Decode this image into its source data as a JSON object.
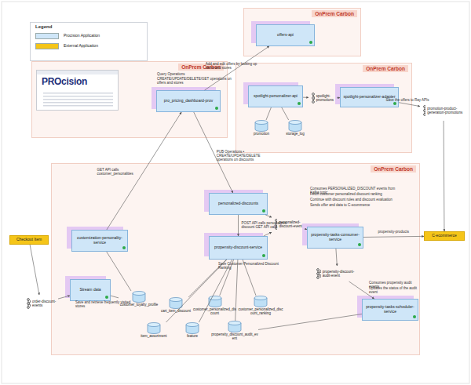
{
  "diagram": {
    "nodes": [
      {
        "text": [
          "OnPrem Carbon"
        ]
      },
      {
        "text": [
          "offers-api"
        ],
        "in": 0
      },
      {
        "text": [
          "OnPrem Carbon"
        ]
      },
      {
        "text": [
          "PROcision"
        ],
        "in": 2
      },
      {
        "text": [
          "pro_pricing_dashboard-prov"
        ],
        "in": 2
      },
      {
        "text": [
          "OnPrem Carbon"
        ]
      },
      {
        "text": [
          "spotlight-personalizer-api"
        ],
        "in": 5
      },
      {
        "text": [
          "spotlight-personalizer-adapter"
        ],
        "in": 5
      },
      {
        "text": [
          "promotion"
        ],
        "in": 5
      },
      {
        "text": [
          "storage_log"
        ],
        "in": 5
      },
      {
        "text": [
          "spotlight-promotions"
        ],
        "in": 5
      },
      {
        "text": [
          "OnPrem Carbon"
        ]
      },
      {
        "text": [
          "customization-personality-service"
        ],
        "in": 11
      },
      {
        "text": [
          "personalized-discounts"
        ],
        "in": 11
      },
      {
        "text": [
          "propensity-discount-service"
        ],
        "in": 11
      },
      {
        "text": [
          "propensity-tasks-consumer-service"
        ],
        "in": 11
      },
      {
        "text": [
          "propensity-tasks-scheduler-service"
        ],
        "in": 11
      },
      {
        "text": [
          "Stream data"
        ],
        "in": 11
      },
      {
        "text": [
          "personalized-discount-event"
        ],
        "in": 11
      },
      {
        "text": [
          "propensity-discount-audit-event"
        ],
        "in": 11
      },
      {
        "text": [
          "order-discount-events"
        ]
      },
      {
        "text": [
          "Checkout Item"
        ]
      },
      {
        "text": [
          "C-ecommerce"
        ]
      },
      {
        "text": [
          "promotion-product-generation-promotions"
        ]
      },
      {
        "text": [
          "customer_loyalty_profile"
        ],
        "in": 11
      },
      {
        "text": [
          "cart_item_discount"
        ],
        "in": 11
      },
      {
        "text": [
          "customer_personalized_discount"
        ],
        "in": 11
      },
      {
        "text": [
          "customer_personalized_discount_ranking"
        ],
        "in": 11
      },
      {
        "text": [
          "item_assortment"
        ],
        "in": 11
      },
      {
        "text": [
          "feature"
        ],
        "in": 11
      },
      {
        "text": [
          "propensity_discount_audit_event"
        ],
        "in": 11
      }
    ],
    "edges": [
      {
        "from": 4,
        "to": 1,
        "arrow": "to",
        "label": "Add and edit offers by looking up items and stores"
      },
      {
        "from": 6,
        "to": 8,
        "arrow": "none"
      },
      {
        "from": 6,
        "to": 9,
        "arrow": "none"
      },
      {
        "from": 6,
        "to": 10,
        "arrow": "to"
      },
      {
        "from": 10,
        "to": 7,
        "arrow": "to"
      },
      {
        "from": 7,
        "to": 23,
        "arrow": "to",
        "label": "Save the offers to Ray APIs"
      },
      {
        "from": 23,
        "to": 22,
        "arrow": "to"
      },
      {
        "from": 4,
        "to": 13,
        "arrow": "to",
        "label": "PUB Operations • CREATE/UPDATE/DELETE operations on discounts"
      },
      {
        "from": 12,
        "to": 4,
        "arrow": "to",
        "label": "GET API calls customer_personalities"
      },
      {
        "from": 13,
        "to": 14,
        "arrow": "to",
        "label": "POST API calls personalized discount GET API calls"
      },
      {
        "from": 14,
        "to": 18,
        "arrow": "to"
      },
      {
        "from": 13,
        "to": 18,
        "arrow": "to"
      },
      {
        "from": 18,
        "to": 15,
        "arrow": "to"
      },
      {
        "from": 15,
        "to": 22,
        "arrow": "to",
        "label": "propensity-products"
      },
      {
        "from": 15,
        "to": 19,
        "arrow": "to"
      },
      {
        "from": 19,
        "to": 16,
        "arrow": "to"
      },
      {
        "from": 21,
        "to": 20,
        "arrow": "to"
      },
      {
        "from": 20,
        "to": 17,
        "arrow": "to"
      },
      {
        "from": 12,
        "to": 24,
        "arrow": "none"
      },
      {
        "from": 17,
        "to": 24,
        "arrow": "none",
        "label": "Save and retrieve frequently visited stores"
      },
      {
        "from": 14,
        "to": 25,
        "arrow": "none"
      },
      {
        "from": 14,
        "to": 26,
        "arrow": "none"
      },
      {
        "from": 14,
        "to": 27,
        "arrow": "none"
      },
      {
        "from": 14,
        "to": 28,
        "arrow": "none"
      },
      {
        "from": 14,
        "to": 29,
        "arrow": "none"
      },
      {
        "from": 14,
        "to": 30,
        "arrow": "none"
      },
      {
        "from": 16,
        "to": 30,
        "arrow": "none"
      }
    ],
    "labels": [
      "Legend",
      "Query Operations",
      "CREATE/UPDATE/DELETE/GET operations on offers and stores",
      "Consumes PERSONALIZED_DISCOUNT events from Kafka topic",
      "Fetch customer personalized discount ranking",
      "Continue with discount rules and discount evaluation",
      "Sends offer and data to C-ecommerce",
      "Consumes propensity audit events",
      "Updates the status of the audit event",
      "Save Customer Personalized Discount Ranking"
    ],
    "legend": [
      {
        "text": "Procision Application",
        "color": "#cfe6f8"
      },
      {
        "text": "External Application",
        "color": "#f5c518"
      }
    ]
  }
}
